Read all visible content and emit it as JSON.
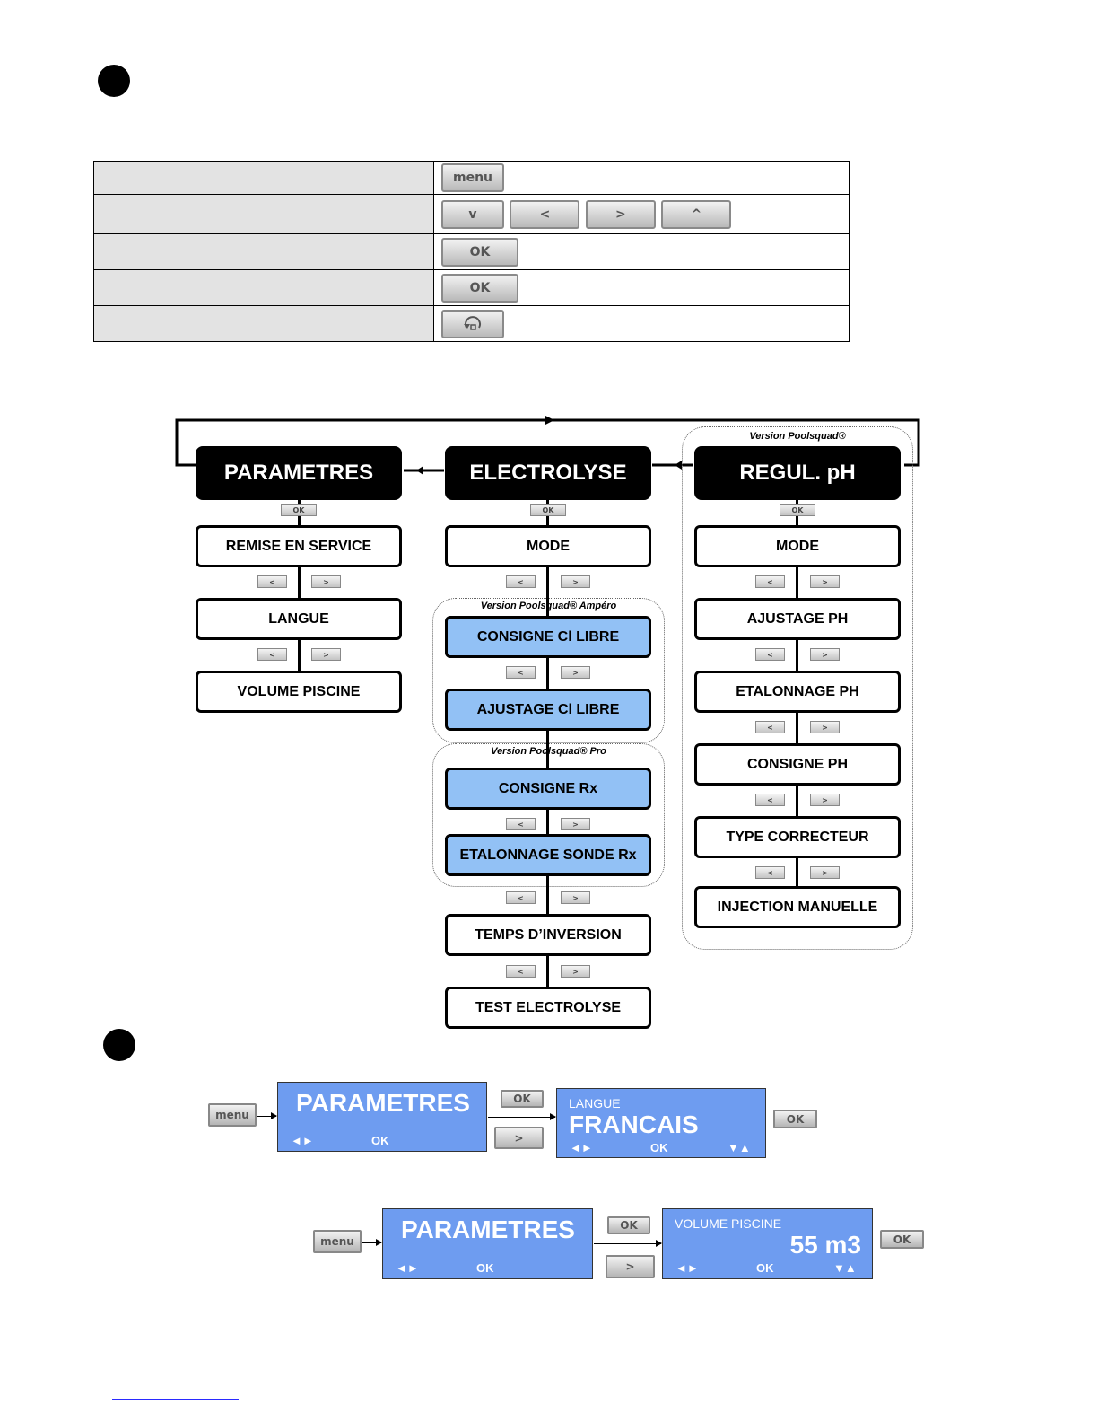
{
  "keys": {
    "menu": "menu",
    "down": "v",
    "left": "<",
    "right": ">",
    "up": "^",
    "ok": "OK",
    "back_icon": "back-arrow-icon"
  },
  "diagram": {
    "col_parametres": {
      "header": "PARAMETRES",
      "items": [
        "REMISE EN SERVICE",
        "LANGUE",
        "VOLUME PISCINE"
      ]
    },
    "col_electrolyse": {
      "header": "ELECTROLYSE",
      "items": [
        "MODE",
        "CONSIGNE Cl LIBRE",
        "AJUSTAGE Cl LIBRE",
        "CONSIGNE Rx",
        "ETALONNAGE SONDE Rx",
        "TEMPS D’INVERSION",
        "TEST ELECTROLYSE"
      ],
      "version_ampero": "Version Poolsquad® Ampéro",
      "version_pro": "Version Poolsquad® Pro"
    },
    "col_regul": {
      "header": "REGUL. pH",
      "version": "Version Poolsquad®",
      "items": [
        "MODE",
        "AJUSTAGE PH",
        "ETALONNAGE PH",
        "CONSIGNE PH",
        "TYPE CORRECTEUR",
        "INJECTION MANUELLE"
      ]
    },
    "ok_small": "OK",
    "left_small": "<",
    "right_small": ">"
  },
  "example1": {
    "menu": "menu",
    "screen1_title": "PARAMETRES",
    "screen1_nav": "◄►",
    "screen1_ok": "OK",
    "ok": "OK",
    "right": ">",
    "screen2_label": "LANGUE",
    "screen2_value": "FRANCAIS",
    "screen2_nav": "◄►",
    "screen2_ok": "OK",
    "screen2_updown": "▼▲",
    "ok_final": "OK"
  },
  "example2": {
    "menu": "menu",
    "screen1_title": "PARAMETRES",
    "screen1_nav": "◄►",
    "screen1_ok": "OK",
    "ok": "OK",
    "right": ">",
    "screen2_label": "VOLUME PISCINE",
    "screen2_value": "55 m3",
    "screen2_nav": "◄►",
    "screen2_ok": "OK",
    "screen2_updown": "▼▲",
    "ok_final": "OK"
  }
}
